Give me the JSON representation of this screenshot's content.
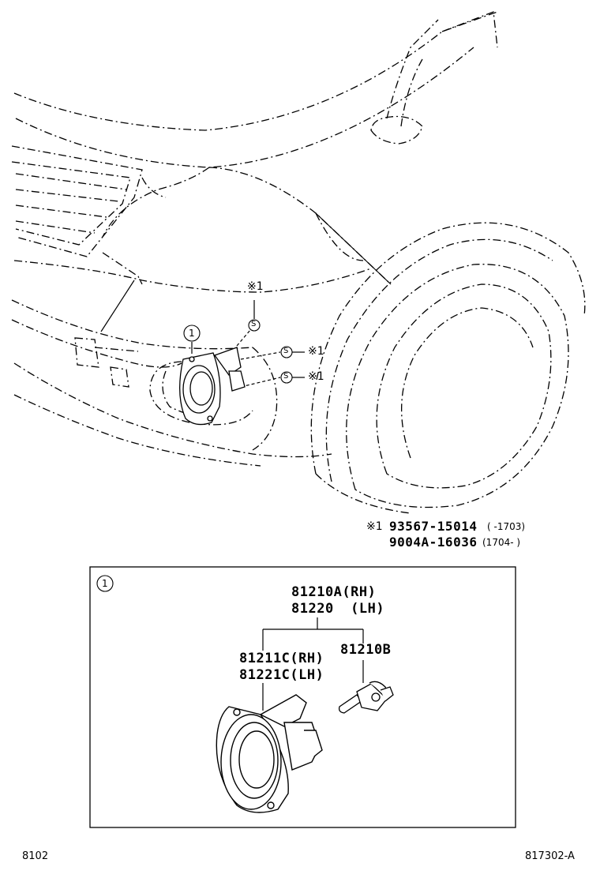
{
  "overview": {
    "callout_number": "1",
    "bolt_mark": "S",
    "note_mark": "※1"
  },
  "note": {
    "mark": "※1",
    "parts": [
      {
        "number": "93567-15014",
        "range": "(    -1703)"
      },
      {
        "number": "9004A-16036",
        "range": "(1704-      )"
      }
    ]
  },
  "detail": {
    "callout_number": "1",
    "lamp_assy": {
      "rh": "81210A(RH)",
      "lh": "81220  (LH)"
    },
    "unit": {
      "rh": "81211C(RH)",
      "lh": "81221C(LH)"
    },
    "bulb": "81210B"
  },
  "footer": {
    "left_code": "8102",
    "right_code": "817302-A"
  }
}
